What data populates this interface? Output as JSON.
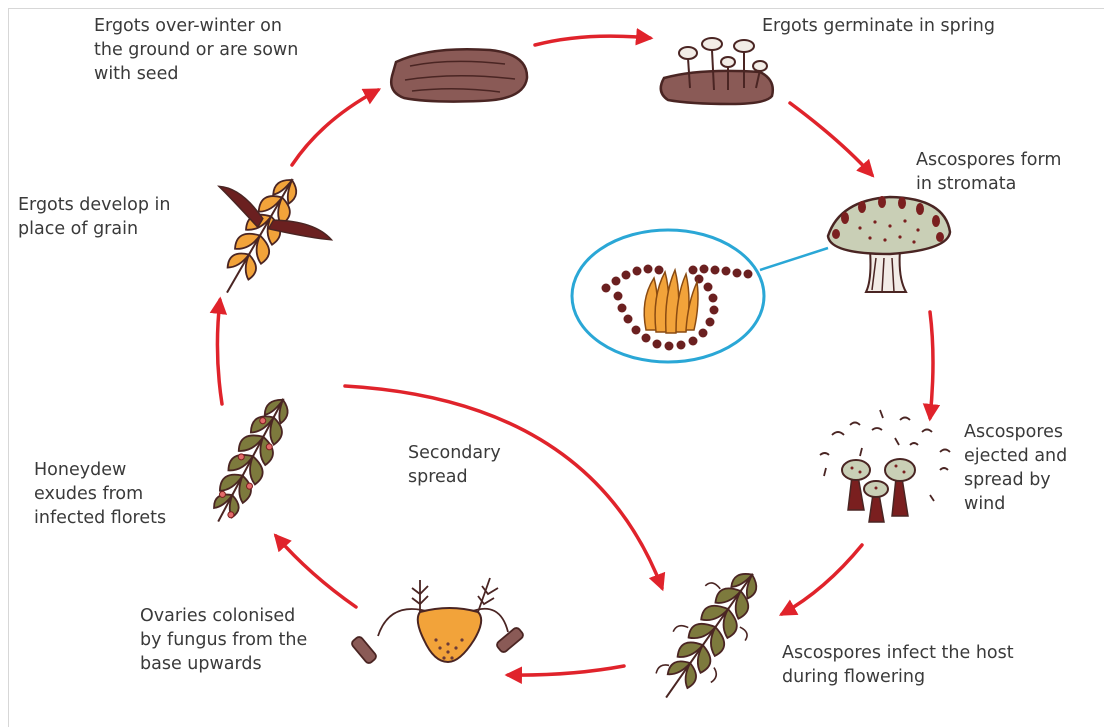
{
  "stages": {
    "overwinter": "Ergots over-winter on\nthe ground or are sown\nwith seed",
    "germinate": "Ergots germinate in spring",
    "ascospores_form": "Ascospores form\nin stromata",
    "ejected": "Ascospores\nejected and\nspread by\nwind",
    "infect_host": "Ascospores infect the host\nduring flowering",
    "ovaries": "Ovaries colonised\nby fungus from the\nbase upwards",
    "honeydew": "Honeydew\nexudes from\ninfected florets",
    "develop": "Ergots develop in\nplace of grain"
  },
  "secondary_spread": "Secondary\nspread",
  "colors": {
    "arrow": "#e0232b",
    "ergot": "#8a5a56",
    "ergot_dark": "#6b3b38",
    "spore_dot": "#7a1f1f",
    "stroma": "#c9cfb6",
    "grain_green": "#7d7a3d",
    "grain_orange": "#f2a33a",
    "ellipse": "#2aa7d6"
  }
}
